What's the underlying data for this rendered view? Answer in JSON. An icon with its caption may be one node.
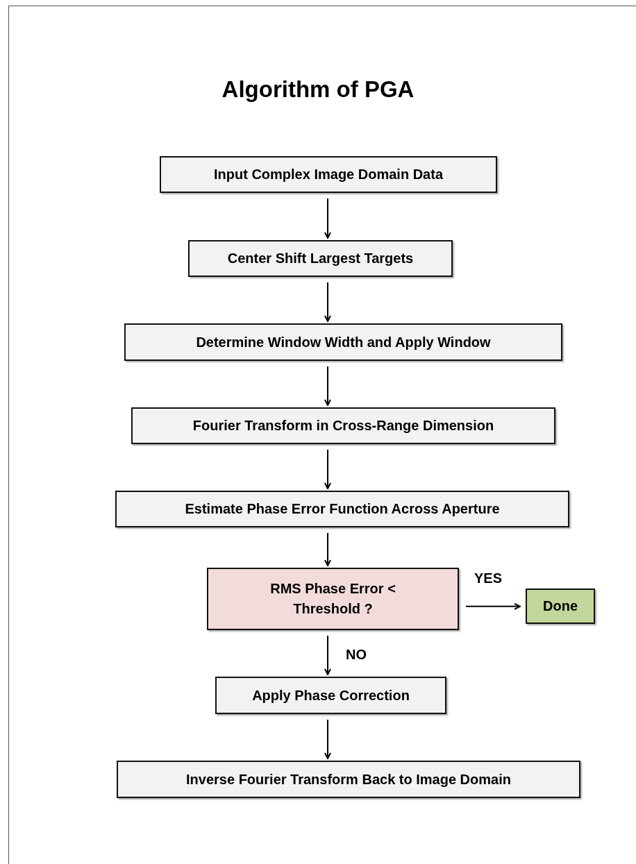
{
  "diagram": {
    "title": "Algorithm of PGA",
    "nodes": [
      {
        "text": [
          "Input Complex Image Domain Data"
        ]
      },
      {
        "text": [
          "Center Shift Largest Targets"
        ]
      },
      {
        "text": [
          "Determine Window Width and Apply Window"
        ]
      },
      {
        "text": [
          "Fourier Transform in Cross-Range Dimension"
        ]
      },
      {
        "text": [
          "Estimate Phase Error Function Across Aperture"
        ]
      },
      {
        "text": [
          "RMS Phase Error < Threshold ?"
        ]
      },
      {
        "text": [
          "Done"
        ]
      },
      {
        "text": [
          "Apply Phase Correction"
        ]
      },
      {
        "text": [
          "Inverse Fourier Transform Back to Image Domain"
        ]
      }
    ],
    "edges": [
      {
        "from": 0,
        "to": 1,
        "arrow": "to"
      },
      {
        "from": 1,
        "to": 2,
        "arrow": "to"
      },
      {
        "from": 2,
        "to": 3,
        "arrow": "to"
      },
      {
        "from": 3,
        "to": 4,
        "arrow": "to"
      },
      {
        "from": 4,
        "to": 5,
        "arrow": "to"
      },
      {
        "from": 5,
        "to": 6,
        "arrow": "to",
        "label": "YES"
      },
      {
        "from": 5,
        "to": 7,
        "arrow": "to",
        "label": "NO"
      },
      {
        "from": 7,
        "to": 8,
        "arrow": "to"
      }
    ]
  }
}
